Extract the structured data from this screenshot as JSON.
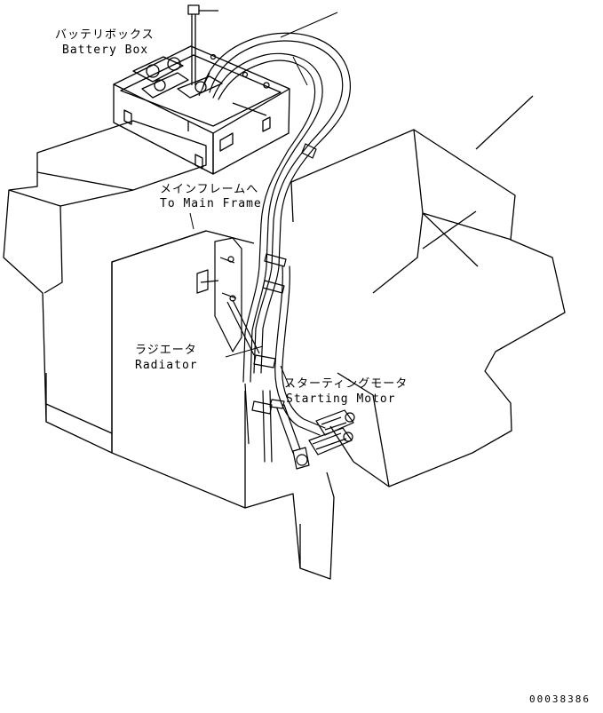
{
  "labels": {
    "battery_box_jp": "バッテリボックス",
    "battery_box_en": "Battery Box",
    "main_frame_jp": "メインフレームへ",
    "main_frame_en": "To Main Frame",
    "radiator_jp": "ラジエータ",
    "radiator_en": "Radiator",
    "starting_motor_jp": "スターティングモータ",
    "starting_motor_en": "Starting Motor"
  },
  "drawing_code": "00038386",
  "colors": {
    "ink": "#000000",
    "paper": "#ffffff"
  }
}
